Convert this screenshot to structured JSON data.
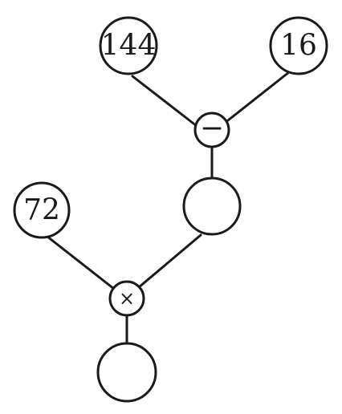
{
  "nodes": {
    "top_left": {
      "value": "144"
    },
    "top_right": {
      "value": "16"
    },
    "subtract_operator": {
      "symbol": "−"
    },
    "difference_result": {
      "value": ""
    },
    "left_input": {
      "value": "72"
    },
    "multiply_operator": {
      "symbol": "×"
    },
    "product_result": {
      "value": ""
    }
  },
  "colors": {
    "stroke": "#1a1a1a",
    "fill": "#ffffff"
  }
}
